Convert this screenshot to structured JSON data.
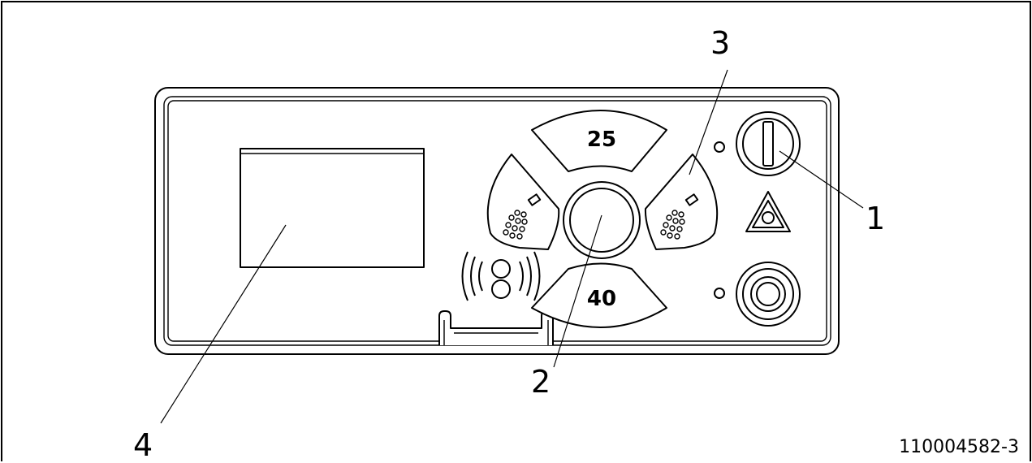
{
  "callouts": {
    "one": "1",
    "two": "2",
    "three": "3",
    "four": "4"
  },
  "panel": {
    "button_top_label": "25",
    "button_bottom_label": "40"
  },
  "figure_id": "110004582-3",
  "icons": {
    "power_switch": "power-switch-icon",
    "warning": "warning-triangle-icon",
    "spray": "spray-nozzle-icon",
    "wireless": "wireless-signal-icon",
    "secondary_knob": "ring-button-icon"
  }
}
